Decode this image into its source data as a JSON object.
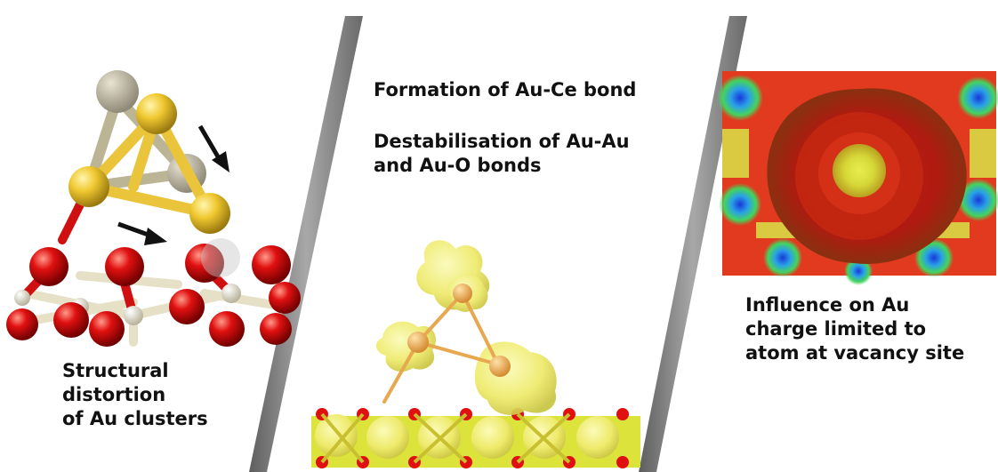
{
  "panels": [
    {
      "id": "structural",
      "caption": "Structural\ndistortion\nof Au clusters"
    },
    {
      "id": "bonding",
      "caption_lines": [
        "Formation of Au-Ce bond",
        "Destabilisation of Au-Au\nand Au-O bonds"
      ]
    },
    {
      "id": "charge",
      "caption": "Influence on Au\ncharge limited to\natom at vacancy site"
    }
  ],
  "colors": {
    "gold": "#e9c23a",
    "oxygen": "#e01010",
    "cerium": "#f0ecd8",
    "isosurface": "#f2f07a",
    "divider": "#8a8a8a",
    "map_red": "#e23a1e",
    "map_yellow": "#d8de3a",
    "map_green": "#44d45c",
    "map_blue": "#2060e6"
  }
}
